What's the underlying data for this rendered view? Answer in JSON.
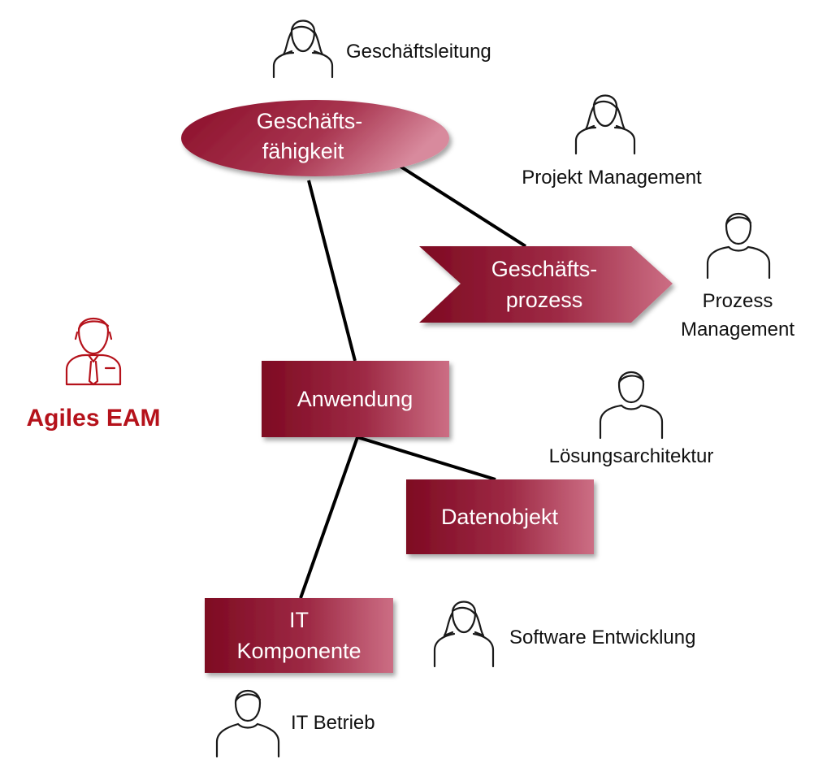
{
  "colors": {
    "node_dark": "#7e0a22",
    "node_light": "#cc6e84",
    "brand": "#b5121b",
    "edge": "#000000",
    "text_dark": "#111111"
  },
  "brand": {
    "title": "Agiles EAM",
    "icon": "businessman-icon"
  },
  "nodes": {
    "geschaeftsfaehigkeit": {
      "line1": "Geschäfts-",
      "line2": "fähigkeit",
      "shape": "ellipse"
    },
    "geschaeftsprozess": {
      "line1": "Geschäfts-",
      "line2": "prozess",
      "shape": "chevron"
    },
    "anwendung": {
      "line1": "Anwendung",
      "shape": "rectangle"
    },
    "datenobjekt": {
      "line1": "Datenobjekt",
      "shape": "rectangle"
    },
    "it_komponente": {
      "line1": "IT",
      "line2": "Komponente",
      "shape": "rectangle"
    }
  },
  "roles": {
    "geschaeftsleitung": {
      "label": "Geschäftsleitung",
      "icon": "woman-icon"
    },
    "projekt_management": {
      "label": "Projekt Management",
      "icon": "woman-icon"
    },
    "prozess_management": {
      "line1": "Prozess",
      "line2": "Management",
      "icon": "man-icon"
    },
    "loesungsarchitektur": {
      "label": "Lösungsarchitektur",
      "icon": "man-icon"
    },
    "software_entwicklung": {
      "label": "Software Entwicklung",
      "icon": "woman-icon"
    },
    "it_betrieb": {
      "label": "IT Betrieb",
      "icon": "man-icon"
    }
  },
  "edges": [
    {
      "from": "Geschäftsfähigkeit",
      "to": "Anwendung"
    },
    {
      "from": "Geschäftsfähigkeit",
      "to": "Geschäftsprozess"
    },
    {
      "from": "Anwendung",
      "to": "Datenobjekt"
    },
    {
      "from": "Anwendung",
      "to": "IT Komponente"
    }
  ]
}
